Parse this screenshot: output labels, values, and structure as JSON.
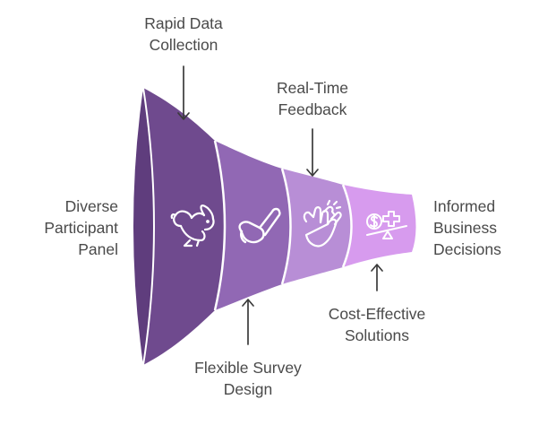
{
  "funnel": {
    "colors": {
      "segment_1": "#6f4a8e",
      "segment_1_rim": "#5f3d7d",
      "segment_2": "#9168b4",
      "segment_3": "#b88ed6",
      "segment_4": "#d79bee",
      "divider": "#ffffff",
      "icon_stroke": "#ffffff",
      "arrow": "#3b3b3b",
      "text": "#4a4a4a"
    },
    "segments": [
      {
        "id": "s1",
        "icon": "rabbit-icon"
      },
      {
        "id": "s2",
        "icon": "flexible-tube-icon"
      },
      {
        "id": "s3",
        "icon": "clapping-hands-icon"
      },
      {
        "id": "s4",
        "icon": "money-balance-icon"
      }
    ]
  },
  "labels": {
    "diverse_panel": "Diverse\nParticipant\nPanel",
    "rapid_data": "Rapid Data\nCollection",
    "flexible_survey": "Flexible Survey\nDesign",
    "real_time": "Real-Time\nFeedback",
    "cost_effective": "Cost-Effective\nSolutions",
    "informed_decisions": "Informed\nBusiness\nDecisions"
  }
}
